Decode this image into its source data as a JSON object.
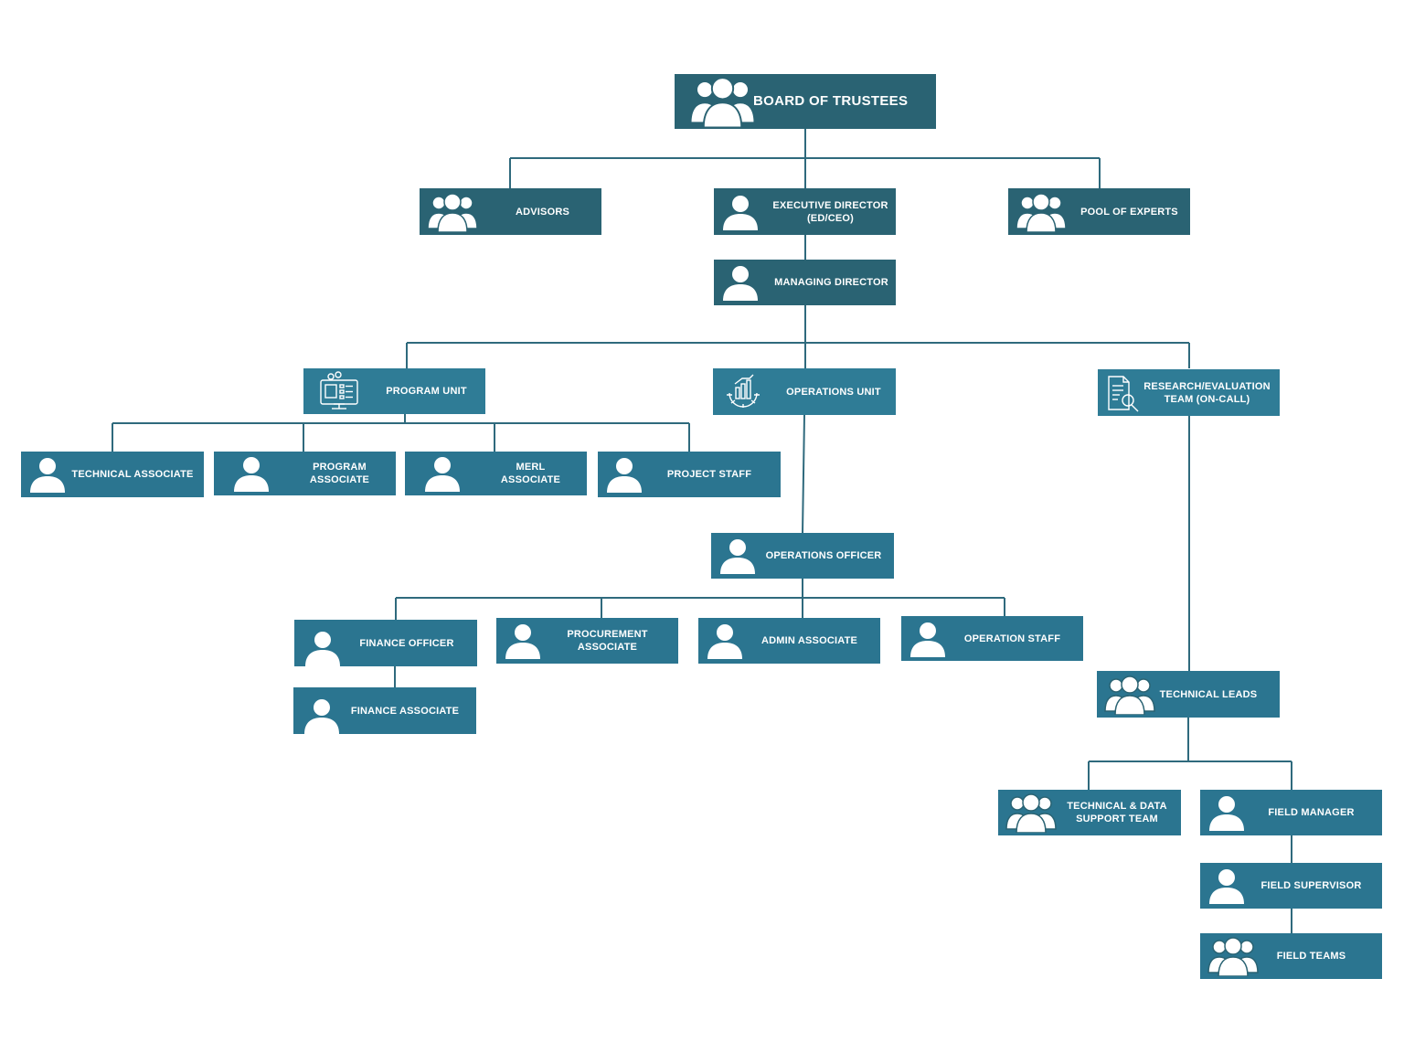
{
  "colors": {
    "box_dark": "#2a6373",
    "box_mid": "#2b7590",
    "box_light": "#2f7c96",
    "line": "#2f6a7d"
  },
  "nodes": {
    "board": "BOARD OF TRUSTEES",
    "advisors": "ADVISORS",
    "executive_director": "EXECUTIVE DIRECTOR\n(ED/CEO)",
    "pool_of_experts": "POOL OF EXPERTS",
    "managing_director": "MANAGING DIRECTOR",
    "program_unit": "PROGRAM UNIT",
    "operations_unit": "OPERATIONS UNIT",
    "research_team": "RESEARCH/EVALUATION\nTEAM (ON-CALL)",
    "technical_associate": "TECHNICAL ASSOCIATE",
    "program_associate": "PROGRAM\nASSOCIATE",
    "merl_associate": "MERL\nASSOCIATE",
    "project_staff": "PROJECT STAFF",
    "operations_officer": "OPERATIONS OFFICER",
    "finance_officer": "FINANCE OFFICER",
    "procurement_associate": "PROCUREMENT\nASSOCIATE",
    "admin_associate": "ADMIN ASSOCIATE",
    "operation_staff": "OPERATION STAFF",
    "finance_associate": "FINANCE ASSOCIATE",
    "technical_leads": "TECHNICAL LEADS",
    "tech_data_support": "TECHNICAL & DATA\nSUPPORT TEAM",
    "field_manager": "FIELD MANAGER",
    "field_supervisor": "FIELD SUPERVISOR",
    "field_teams": "FIELD TEAMS"
  },
  "icons": {
    "board": "group-icon",
    "advisors": "group-icon",
    "executive_director": "person-icon",
    "pool_of_experts": "group-icon",
    "managing_director": "person-icon",
    "program_unit": "dashboard-gear-icon",
    "operations_unit": "gear-chart-icon",
    "research_team": "document-search-icon",
    "technical_associate": "person-icon",
    "program_associate": "person-icon",
    "merl_associate": "person-icon",
    "project_staff": "person-icon",
    "operations_officer": "person-icon",
    "finance_officer": "person-icon",
    "procurement_associate": "person-icon",
    "admin_associate": "person-icon",
    "operation_staff": "person-icon",
    "finance_associate": "person-icon",
    "technical_leads": "group-icon",
    "tech_data_support": "group-icon",
    "field_manager": "person-icon",
    "field_supervisor": "person-icon",
    "field_teams": "group-icon"
  }
}
